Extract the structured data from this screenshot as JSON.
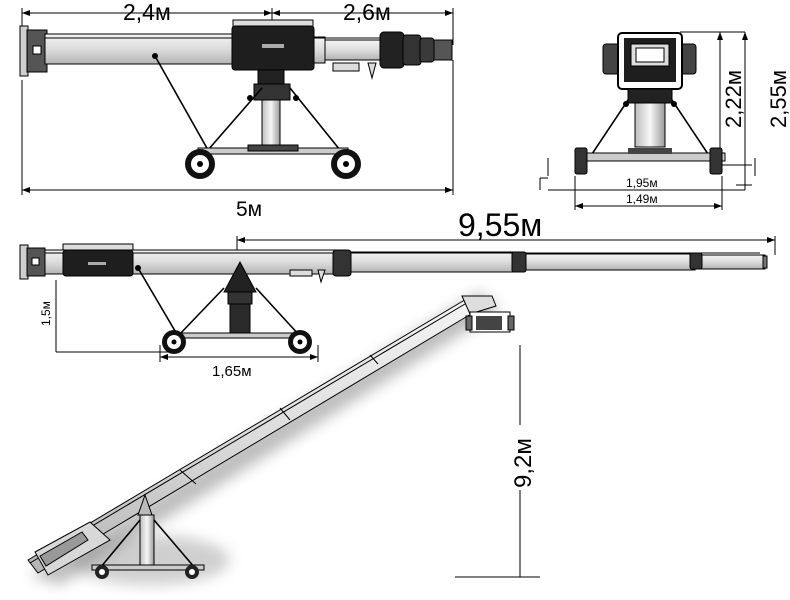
{
  "labels": {
    "top_left_span": "2,4м",
    "top_right_span": "2,6м",
    "total_length": "5м",
    "height_222": "2,22м",
    "height_255": "2,55м",
    "width_195": "1,95м",
    "width_149": "1,49м",
    "reach": "9,55м",
    "base_height": "1,5м",
    "wheelbase": "1,65м",
    "max_height": "9,2м"
  },
  "colors": {
    "boom": "#e4e4e4",
    "dark": "#1c1c1c",
    "mid": "#8a8a8a",
    "stroke": "#000000"
  }
}
